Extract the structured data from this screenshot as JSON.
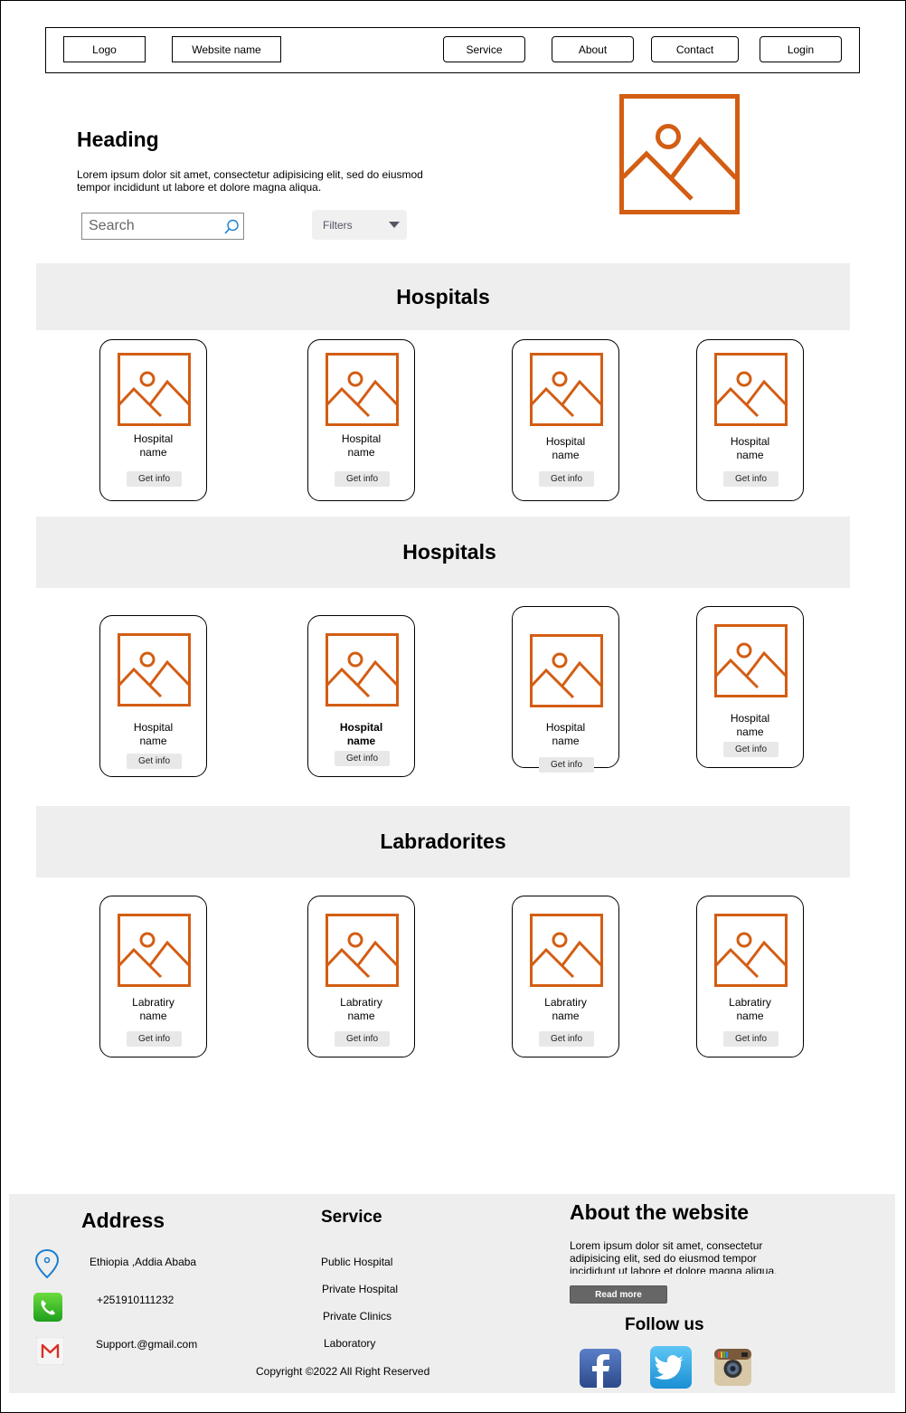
{
  "nav": {
    "logo": "Logo",
    "website_name": "Website name",
    "service": "Service",
    "about": "About",
    "contact": "Contact",
    "login": "Login"
  },
  "hero": {
    "heading": "Heading",
    "text": "Lorem ipsum dolor sit amet, consectetur adipisicing elit, sed do eiusmod tempor incididunt ut labore et dolore magna aliqua.",
    "search_placeholder": "Search",
    "filters_label": "Filters"
  },
  "sections": [
    {
      "title": "Hospitals",
      "cards": [
        {
          "name": "Hospital name",
          "button": "Get info"
        },
        {
          "name": "Hospital name",
          "button": "Get info"
        },
        {
          "name": "Hospital name",
          "button": "Get info"
        },
        {
          "name": "Hospital name",
          "button": "Get info"
        }
      ]
    },
    {
      "title": "Hospitals",
      "cards": [
        {
          "name": "Hospital name",
          "button": "Get info"
        },
        {
          "name": "Hospital name",
          "button": "Get info"
        },
        {
          "name": "Hospital name",
          "button": "Get info"
        },
        {
          "name": "Hospital name",
          "button": "Get info"
        }
      ]
    },
    {
      "title": "Labradorites",
      "cards": [
        {
          "name": "Labratiry name",
          "button": "Get info"
        },
        {
          "name": "Labratiry name",
          "button": "Get info"
        },
        {
          "name": "Labratiry name",
          "button": "Get info"
        },
        {
          "name": "Labratiry name",
          "button": "Get info"
        }
      ]
    }
  ],
  "footer": {
    "address_title": "Address",
    "address": "Ethiopia ,Addia Ababa",
    "phone": "+251910111232",
    "email": "Support.@gmail.com",
    "service_title": "Service",
    "service_items": [
      "Public Hospital",
      "Private Hospital",
      "Private Clinics",
      "Laboratory"
    ],
    "about_title": "About the website",
    "about_text": "Lorem ipsum dolor sit amet, consectetur adipisicing elit, sed do eiusmod tempor incididunt ut labore et dolore magna aliqua.",
    "read_more": "Read more",
    "follow_title": "Follow us",
    "copyright": "Copyright ©2022 All Right Reserved"
  },
  "colors": {
    "accent_orange": "#d35d13",
    "band_gray": "#eeeeee",
    "facebook_blue": "#3b5998",
    "twitter_blue": "#1da1f2",
    "phone_green": "#2db52d",
    "location_blue": "#1a7fd4"
  }
}
